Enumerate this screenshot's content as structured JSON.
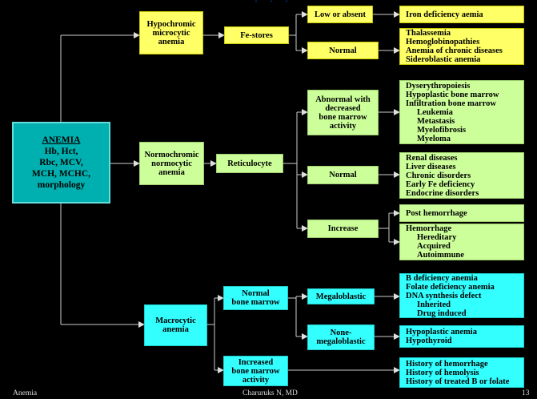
{
  "root": {
    "title": "ANEMIA",
    "body": "Hb, Hct,\nRbc, MCV,\nMCH, MCHC,\nmorphology"
  },
  "hypo": {
    "label": "Hypochromic\nmicrocytic\nanemia",
    "test": "Fe-stores",
    "low": {
      "label": "Low or absent",
      "result": "Iron deficiency aemia"
    },
    "normal": {
      "label": "Normal",
      "result": [
        "Thalassemia",
        "Hemoglobinopathies",
        "Anemia of chronic diseases",
        "Sideroblastic anemia"
      ]
    }
  },
  "normo": {
    "label": "Normochromic\nnormocytic\nanemia",
    "test": "Reticulocyte",
    "abnormal": {
      "label": "Abnormal with\ndecreased\nbone marrow\nactivity",
      "result": [
        "Dyserythropoiesis",
        "Hypoplastic bone marrow",
        "Infiltration bone marrow"
      ],
      "result_sub": [
        "Leukemia",
        "Metastasis",
        "Myelofibrosis",
        "Myeloma"
      ]
    },
    "normal": {
      "label": "Normal",
      "result": [
        "Renal diseases",
        "Liver diseases",
        "Chronic disorders",
        "Early Fe deficiency",
        "Endocrine disorders"
      ]
    },
    "increase": {
      "label": "Increase",
      "result1": "Post hemorrhage",
      "result2": "Hemorrhage",
      "result2_sub": [
        "Hereditary",
        "Acquired",
        "Autoimmune"
      ]
    }
  },
  "macro": {
    "label": "Macrocytic\nanemia",
    "normal_marrow": {
      "label": "Normal\nbone marrow",
      "megalo": {
        "label": "Megaloblastic",
        "result": [
          "B deficiency anemia",
          "Folate deficiency anemia",
          "DNA synthesis defect"
        ],
        "result_sub": [
          "Inherited",
          "Drug induced"
        ]
      },
      "nonmegalo": {
        "label": "None-\nmegaloblastic",
        "result": [
          "Hypoplastic anemia",
          "Hypothyroid"
        ]
      }
    },
    "increased_marrow": {
      "label": "Increased\nbone marrow\nactivity",
      "result": [
        "History of hemorrhage",
        "History of hemolysis",
        "History of treated B or folate"
      ]
    }
  },
  "footer": {
    "left": "Anemia",
    "center": "Charuruks N, MD",
    "right": "13"
  },
  "colors": {
    "yellow": "#ffff66",
    "green": "#ccff99",
    "cyan": "#33ffff",
    "root": "#00b0b0",
    "lines": "#cccccc"
  }
}
